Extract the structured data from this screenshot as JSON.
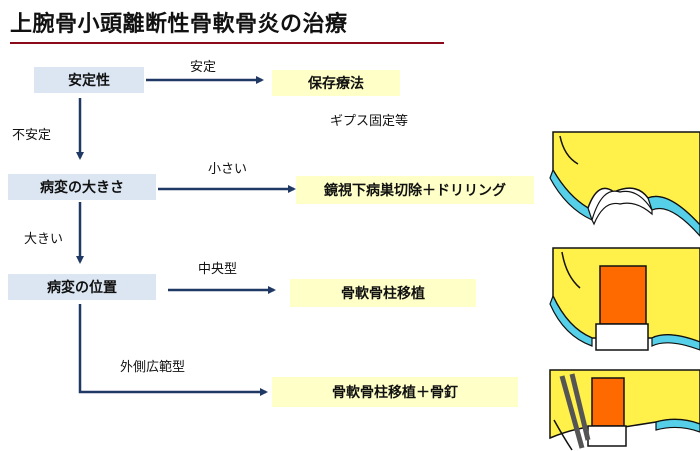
{
  "title": "上腕骨小頭離断性骨軟骨炎の治療",
  "colors": {
    "title_rule": "#8b0a1a",
    "arrow": "#1f3864",
    "left_box": "#dce6f2",
    "right_box": "#ffffc8",
    "bone": "#fff04a",
    "cartilage": "#55d0e8",
    "graft": "#ff6a00"
  },
  "left_boxes": [
    "安定性",
    "病変の大きさ",
    "病変の位置"
  ],
  "right_boxes": [
    "保存療法",
    "鏡視下病巣切除＋ドリリング",
    "骨軟骨柱移植",
    "骨軟骨柱移植＋骨釘"
  ],
  "arrow_labels": {
    "stable": "安定",
    "unstable": "不安定",
    "small": "小さい",
    "large": "大きい",
    "central": "中央型",
    "lateral": "外側広範型"
  },
  "note": "ギプス固定等"
}
